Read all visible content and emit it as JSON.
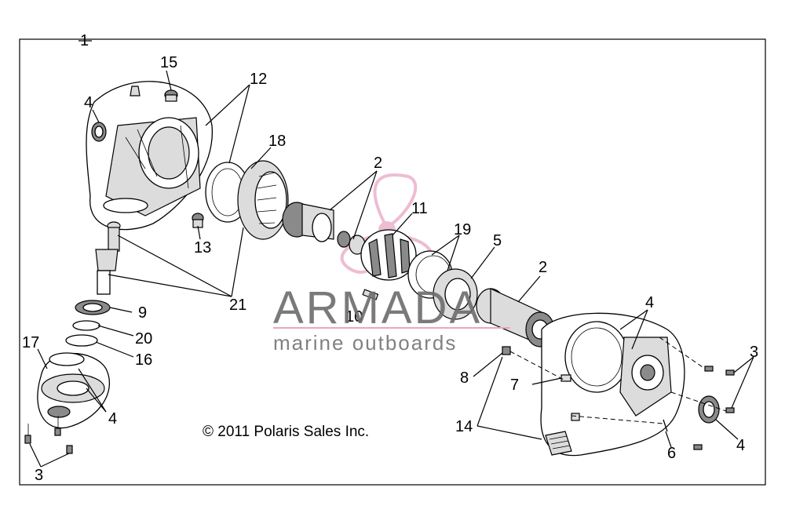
{
  "callouts": {
    "c1": "1",
    "c2a": "2",
    "c2b": "2",
    "c3a": "3",
    "c3b": "3",
    "c4a": "4",
    "c4b": "4",
    "c4c": "4",
    "c4d": "4",
    "c5": "5",
    "c6": "6",
    "c7": "7",
    "c8": "8",
    "c9": "9",
    "c10": "10",
    "c11": "11",
    "c12": "12",
    "c13": "13",
    "c14": "14",
    "c15": "15",
    "c16": "16",
    "c17": "17",
    "c18": "18",
    "c19": "19",
    "c20": "20",
    "c21": "21"
  },
  "copyright": "© 2011 Polaris Sales Inc.",
  "watermark": {
    "brand": "ARMADA",
    "tagline": "marine outboards"
  },
  "colors": {
    "watermark_accent": "#e8a7c4",
    "watermark_text": "#6b6b6b"
  }
}
